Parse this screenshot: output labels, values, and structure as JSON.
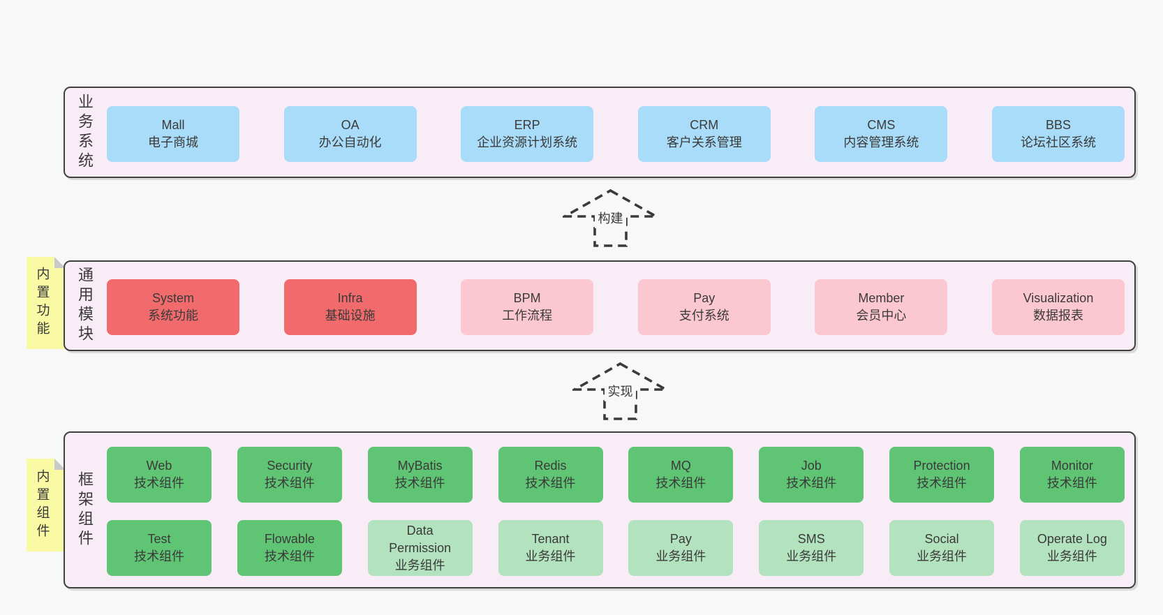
{
  "colors": {
    "page-bg": "#f8f8f8",
    "band-bg": "#f8edf6",
    "border": "#404040",
    "ink": "#3a3a3a",
    "blue": "#a9dcf8",
    "red": "#f16b6d",
    "pink": "#fbc7d1",
    "green": "#5fc473",
    "lgreen": "#b3e2be",
    "yellow": "#fafaa4",
    "fold": "#c9c9c9"
  },
  "arrows": [
    {
      "label": "构建"
    },
    {
      "label": "实现"
    }
  ],
  "stickies": [
    {
      "label": "内置功能"
    },
    {
      "label": "内置组件"
    }
  ],
  "bands": [
    {
      "label": "业务系统",
      "boxes": [
        {
          "en": "Mall",
          "zh": "电子商城"
        },
        {
          "en": "OA",
          "zh": "办公自动化"
        },
        {
          "en": "ERP",
          "zh": "企业资源计划系统"
        },
        {
          "en": "CRM",
          "zh": "客户关系管理"
        },
        {
          "en": "CMS",
          "zh": "内容管理系统"
        },
        {
          "en": "BBS",
          "zh": "论坛社区系统"
        }
      ]
    },
    {
      "label": "通用模块",
      "boxes": [
        {
          "en": "System",
          "zh": "系统功能"
        },
        {
          "en": "Infra",
          "zh": "基础设施"
        },
        {
          "en": "BPM",
          "zh": "工作流程"
        },
        {
          "en": "Pay",
          "zh": "支付系统"
        },
        {
          "en": "Member",
          "zh": "会员中心"
        },
        {
          "en": "Visualization",
          "zh": "数据报表"
        }
      ]
    },
    {
      "label": "框架组件",
      "rows": [
        [
          {
            "en": "Web",
            "zh": "技术组件"
          },
          {
            "en": "Security",
            "zh": "技术组件"
          },
          {
            "en": "MyBatis",
            "zh": "技术组件"
          },
          {
            "en": "Redis",
            "zh": "技术组件"
          },
          {
            "en": "MQ",
            "zh": "技术组件"
          },
          {
            "en": "Job",
            "zh": "技术组件"
          },
          {
            "en": "Protection",
            "zh": "技术组件"
          },
          {
            "en": "Monitor",
            "zh": "技术组件"
          }
        ],
        [
          {
            "en": "Test",
            "zh": "技术组件"
          },
          {
            "en": "Flowable",
            "zh": "技术组件"
          },
          {
            "en": "Data Permission",
            "zh": "业务组件"
          },
          {
            "en": "Tenant",
            "zh": "业务组件"
          },
          {
            "en": "Pay",
            "zh": "业务组件"
          },
          {
            "en": "SMS",
            "zh": "业务组件"
          },
          {
            "en": "Social",
            "zh": "业务组件"
          },
          {
            "en": "Operate Log",
            "zh": "业务组件"
          }
        ]
      ]
    }
  ]
}
